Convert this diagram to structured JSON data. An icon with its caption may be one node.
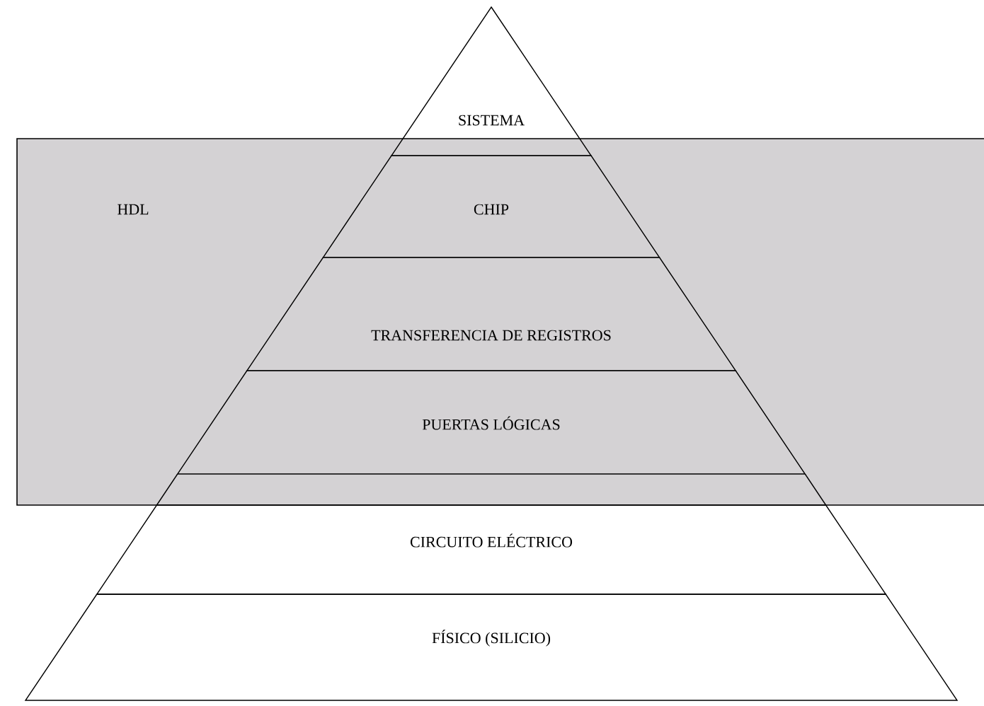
{
  "diagram": {
    "nodes": [
      {
        "text": [
          "HDL"
        ]
      },
      {
        "text": [
          "SISTEMA"
        ]
      },
      {
        "text": [
          "CHIP"
        ],
        "in": 0
      },
      {
        "text": [
          "TRANSFERENCIA DE REGISTROS"
        ],
        "in": 0
      },
      {
        "text": [
          "PUERTAS LÓGICAS"
        ],
        "in": 0
      },
      {
        "text": [
          "CIRCUITO ELÉCTRICO"
        ]
      },
      {
        "text": [
          "FÍSICO (SILICIO)"
        ]
      }
    ]
  }
}
